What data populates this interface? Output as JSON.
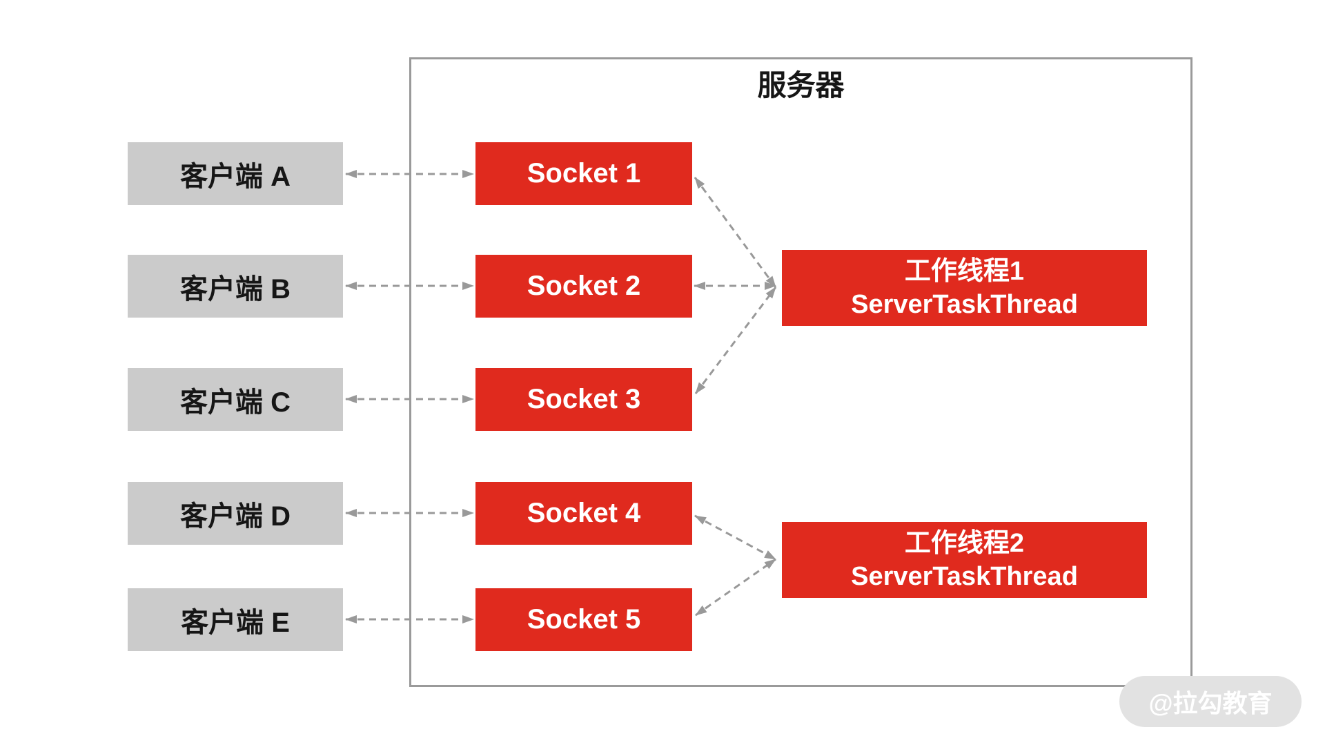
{
  "colors": {
    "canvas_bg": "#ffffff",
    "accent_red": "#e02a1e",
    "box_gray": "#cbcbcb",
    "arrow_gray": "#999999",
    "border_gray": "#9a9a9a",
    "watermark_bg": "#e2e2e2",
    "watermark_text": "#ffffff",
    "text_dark": "#161616",
    "text_light": "#ffffff"
  },
  "server": {
    "title": "服务器"
  },
  "clients": [
    {
      "label": "客户端 A"
    },
    {
      "label": "客户端 B"
    },
    {
      "label": "客户端 C"
    },
    {
      "label": "客户端 D"
    },
    {
      "label": "客户端 E"
    }
  ],
  "sockets": [
    {
      "label": "Socket 1"
    },
    {
      "label": "Socket 2"
    },
    {
      "label": "Socket 3"
    },
    {
      "label": "Socket 4"
    },
    {
      "label": "Socket 5"
    }
  ],
  "threads": [
    {
      "title": "工作线程1",
      "subtitle": "ServerTaskThread"
    },
    {
      "title": "工作线程2",
      "subtitle": "ServerTaskThread"
    }
  ],
  "watermark": {
    "text": "@拉勾教育"
  }
}
